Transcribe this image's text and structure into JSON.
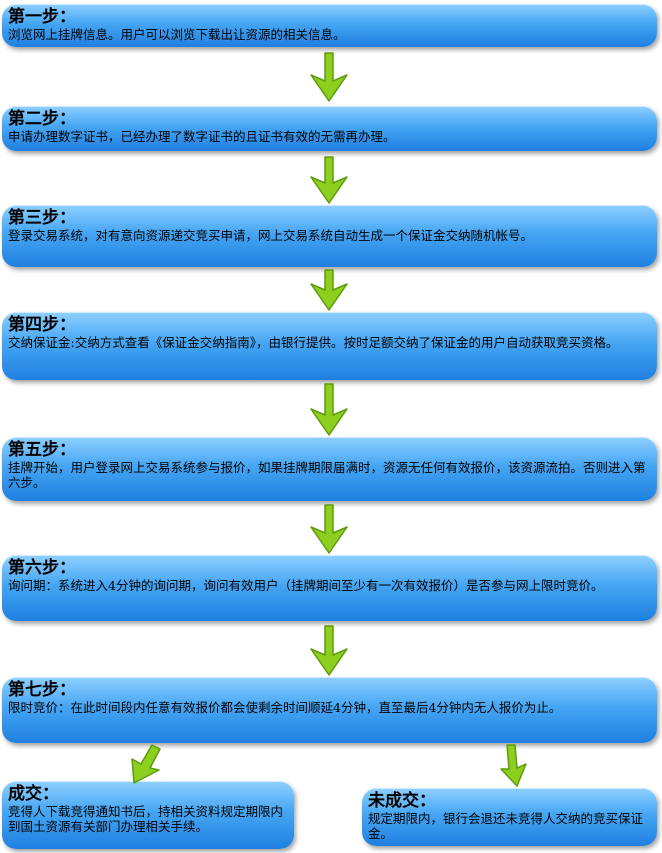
{
  "steps": [
    {
      "title": "第一步：",
      "text": "浏览网上挂牌信息。用户可以浏览下载出让资源的相关信息。"
    },
    {
      "title": "第二步：",
      "text": "申请办理数字证书，已经办理了数字证书的且证书有效的无需再办理。"
    },
    {
      "title": "第三步：",
      "text": "登录交易系统，对有意向资源递交竞买申请，网上交易系统自动生成一个保证金交纳随机帐号。"
    },
    {
      "title": "第四步：",
      "text": "交纳保证金:交纳方式查看《保证金交纳指南》，由银行提供。按时足额交纳了保证金的用户自动获取竞买资格。"
    },
    {
      "title": "第五步：",
      "text": "挂牌开始，用户登录网上交易系统参与报价，如果挂牌期限届满时，资源无任何有效报价，该资源流拍。否则进入第六步。"
    },
    {
      "title": "第六步：",
      "text": "询问期：系统进入4分钟的询问期，询问有效用户（挂牌期间至少有一次有效报价）是否参与网上限时竞价。"
    },
    {
      "title": "第七步：",
      "text": "限时竞价：在此时间段内任意有效报价都会使剩余时间顺延4分钟，直至最后4分钟内无人报价为止。"
    }
  ],
  "outcomes": {
    "deal": {
      "title": "成交：",
      "text": "竞得人下载竞得通知书后，持相关资料规定期限内到国土资源有关部门办理相关手续。"
    },
    "no_deal": {
      "title": "未成交：",
      "text": "规定期限内，银行会退还未竞得人交纳的竞买保证金。"
    }
  },
  "colors": {
    "box_top": "#8fd0ff",
    "box_bottom": "#1f7fe0",
    "arrow": "#8ccf1e",
    "arrow_edge": "#5f9a0f"
  }
}
